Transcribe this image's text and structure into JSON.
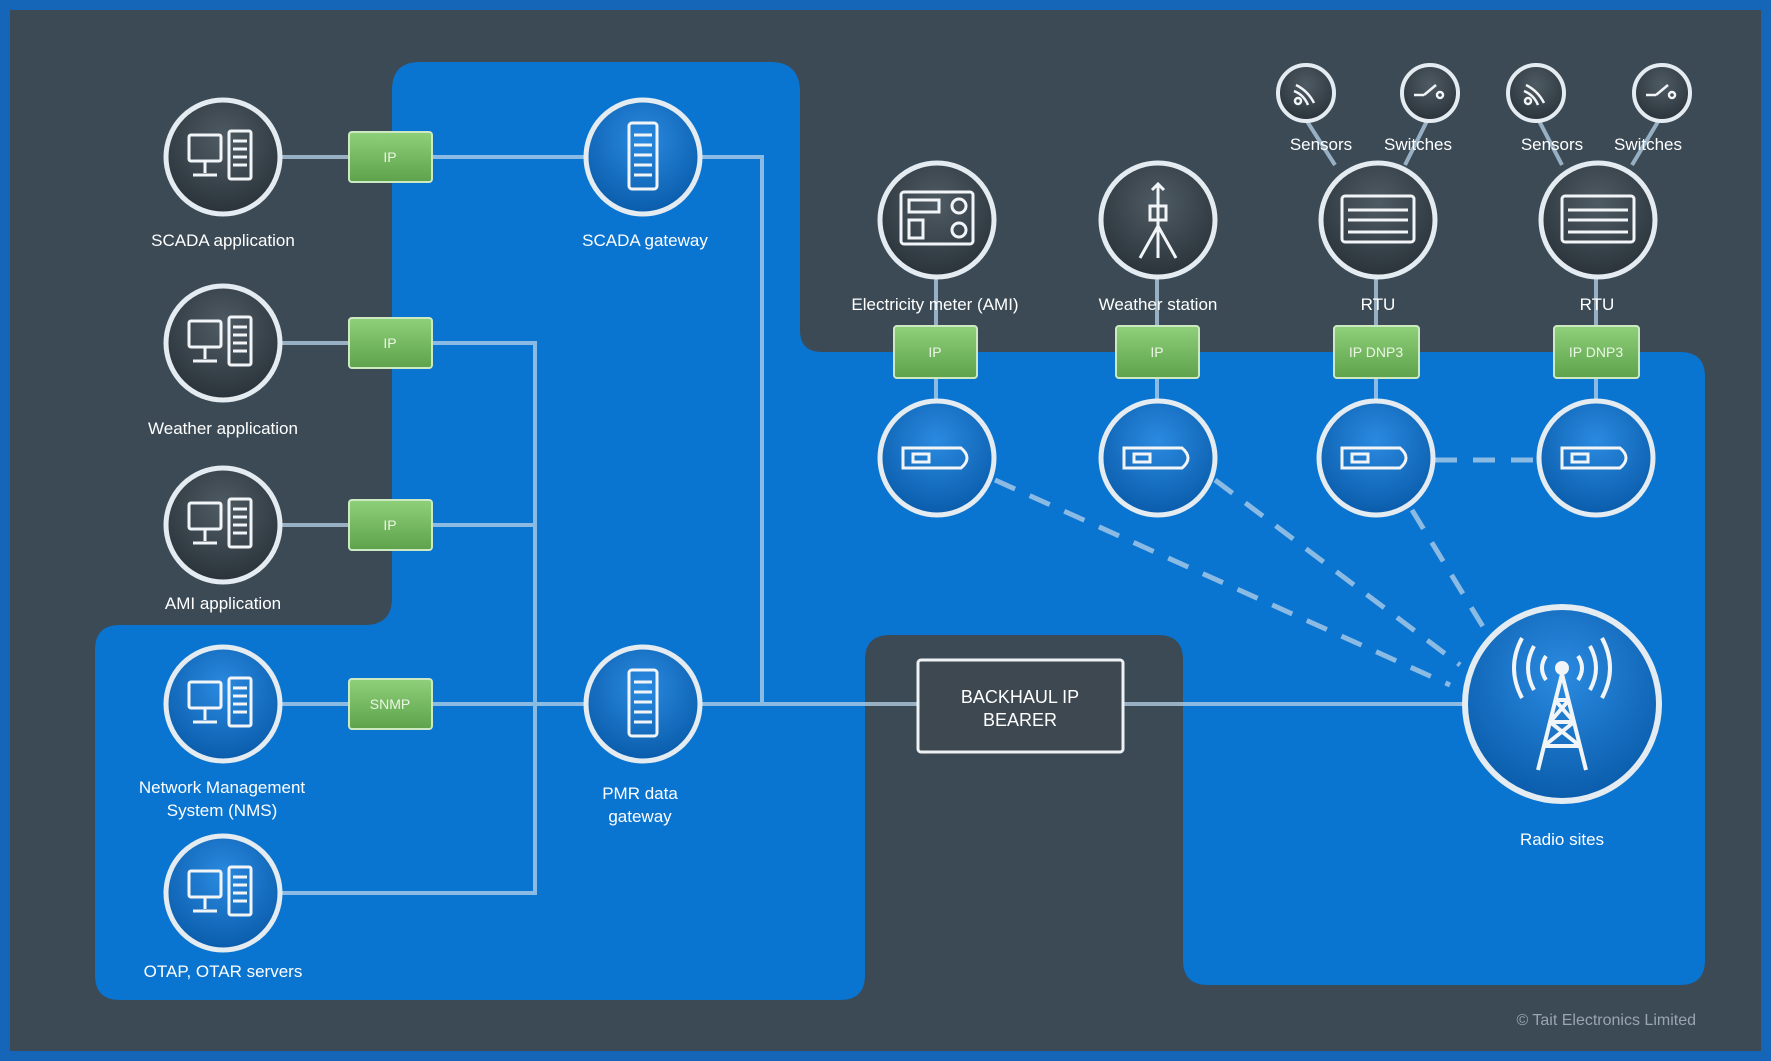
{
  "colors": {
    "frame": "#1565b8",
    "background": "#3b4a55",
    "region": "#0a74d1",
    "line": "#b7d3ea",
    "protocol_box": "#7fc06a",
    "label": "#ffffff"
  },
  "nodes": {
    "scada_app": {
      "label": "SCADA application",
      "icon": "computer-icon"
    },
    "weather_app": {
      "label": "Weather application",
      "icon": "computer-icon"
    },
    "ami_app": {
      "label": "AMI application",
      "icon": "computer-icon"
    },
    "nms": {
      "label_line1": "Network Management",
      "label_line2": "System (NMS)",
      "icon": "computer-icon"
    },
    "otap": {
      "label": "OTAP, OTAR servers",
      "icon": "computer-icon"
    },
    "scada_gw": {
      "label": "SCADA gateway",
      "icon": "server-icon"
    },
    "pmr_gw": {
      "label_line1": "PMR data",
      "label_line2": "gateway",
      "icon": "server-icon"
    },
    "meter": {
      "label": "Electricity meter (AMI)",
      "icon": "meter-icon"
    },
    "weather_station": {
      "label": "Weather station",
      "icon": "weather-station-icon"
    },
    "rtu1": {
      "label": "RTU",
      "icon": "rtu-icon"
    },
    "rtu2": {
      "label": "RTU",
      "icon": "rtu-icon"
    },
    "radio_sites": {
      "label": "Radio sites",
      "icon": "radio-tower-icon"
    }
  },
  "small_nodes": {
    "sensors1": {
      "label": "Sensors",
      "icon": "sensor-icon"
    },
    "switches1": {
      "label": "Switches",
      "icon": "switch-icon"
    },
    "sensors2": {
      "label": "Sensors",
      "icon": "sensor-icon"
    },
    "switches2": {
      "label": "Switches",
      "icon": "switch-icon"
    }
  },
  "protocols": {
    "scada": "IP",
    "weather": "IP",
    "ami": "IP",
    "nms": "SNMP",
    "meter": "IP",
    "weather_station": "IP",
    "rtu1": "IP DNP3",
    "rtu2": "IP DNP3"
  },
  "backhaul": {
    "line1": "BACKHAUL IP",
    "line2": "BEARER"
  },
  "copyright": "© Tait Electronics Limited"
}
